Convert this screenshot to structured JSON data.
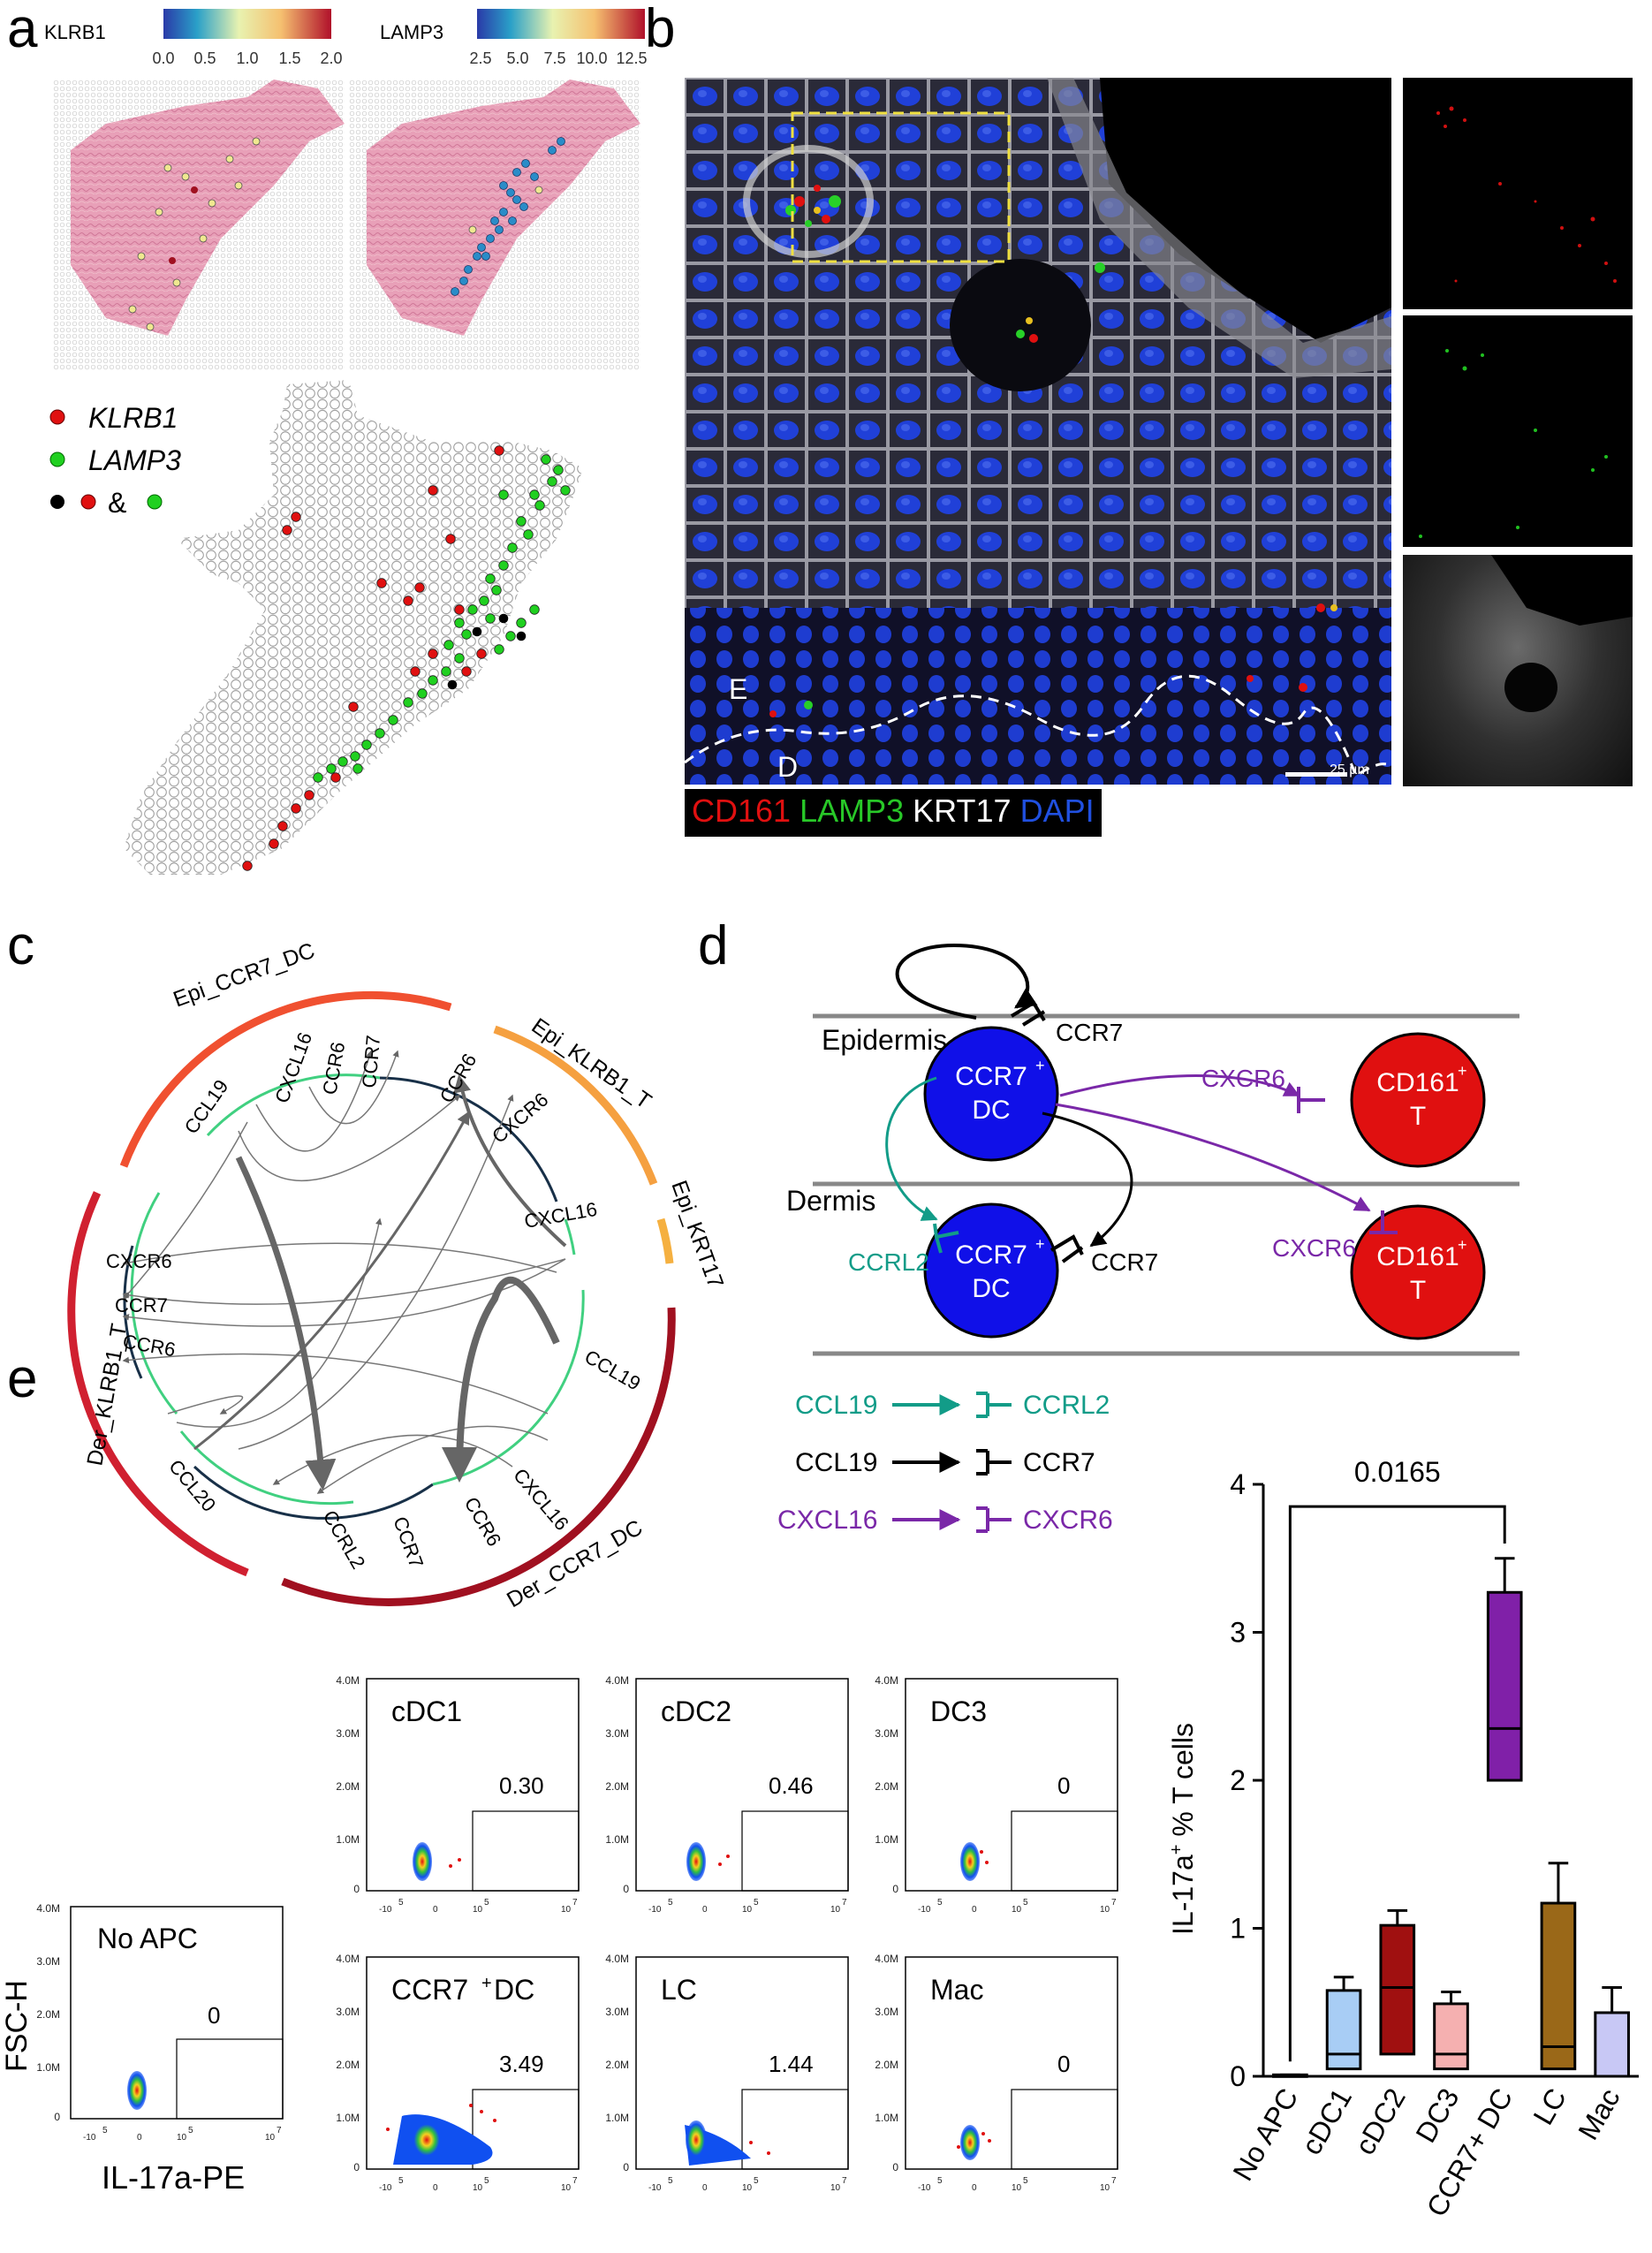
{
  "panels": {
    "a": "a",
    "b": "b",
    "c": "c",
    "d": "d",
    "e": "e"
  },
  "a": {
    "cbar1": {
      "gene": "KLRB1",
      "ticks": [
        "0.0",
        "0.5",
        "1.0",
        "1.5",
        "2.0"
      ]
    },
    "cbar2": {
      "gene": "LAMP3",
      "ticks": [
        "2.5",
        "5.0",
        "7.5",
        "10.0",
        "12.5"
      ]
    },
    "legend": [
      {
        "label": "KLRB1",
        "color": "#e01010"
      },
      {
        "label": "LAMP3",
        "color": "#20d020"
      },
      {
        "label": "&",
        "color": "#000000"
      }
    ]
  },
  "b": {
    "labelE": "E",
    "labelD": "D",
    "scalebar": "25 µm",
    "small_scale": "25 µm",
    "stain": [
      {
        "label": "CD161",
        "color": "#e01010"
      },
      {
        "label": "LAMP3",
        "color": "#28c828"
      },
      {
        "label": "KRT17",
        "color": "#ffffff"
      },
      {
        "label": "DAPI",
        "color": "#2050e0"
      }
    ]
  },
  "c": {
    "groups": [
      "Epi_CCR7_DC",
      "Epi_KLRB1_T",
      "Epi_KRT17",
      "Der_KLRB1_T",
      "Der_CCR7_DC"
    ],
    "genes": [
      "CCL19",
      "CXCL16",
      "CCR6",
      "CCR7",
      "CCR6",
      "CXCR6",
      "CXCL16",
      "CXCR6",
      "CCR7",
      "CCR6",
      "CCL20",
      "CCRL2",
      "CCR7",
      "CCR6",
      "CXCL16",
      "CCL19"
    ]
  },
  "d": {
    "layers": [
      "Epidermis",
      "Dermis"
    ],
    "cells": {
      "dc_line1": "CCR7",
      "dc_sup": "+",
      "dc_line2": "DC",
      "t_line1": "CD161",
      "t_sup": "+",
      "t_line2": "T"
    },
    "receptors": {
      "ccr7_top": "CCR7",
      "cxcr6_top": "CXCR6",
      "ccrl2": "CCRL2",
      "ccr7_mid": "CCR7",
      "cxcr6_mid": "CXCR6"
    },
    "legend": [
      {
        "ligand": "CCL19",
        "receptor": "CCRL2",
        "color": "#129c88"
      },
      {
        "ligand": "CCL19",
        "receptor": "CCR7",
        "color": "#000000"
      },
      {
        "ligand": "CXCL16",
        "receptor": "CXCR6",
        "color": "#7a28a8"
      }
    ]
  },
  "e": {
    "flow_xlabel": "IL-17a-PE",
    "flow_ylabel": "FSC-H",
    "yticks": [
      "4.0M",
      "3.0M",
      "2.0M",
      "1.0M",
      "0"
    ],
    "xticks": [
      "-10",
      "5",
      "0",
      "10",
      "5",
      "10",
      "7"
    ],
    "plots": [
      {
        "name": "No APC",
        "value": "0"
      },
      {
        "name": "cDC1",
        "value": "0.30"
      },
      {
        "name": "cDC2",
        "value": "0.46"
      },
      {
        "name": "DC3",
        "value": "0"
      },
      {
        "name": "CCR7",
        "sup": "+",
        "name2": " DC",
        "value": "3.49"
      },
      {
        "name": "LC",
        "value": "1.44"
      },
      {
        "name": "Mac",
        "value": "0"
      }
    ],
    "pvalue": "0.0165"
  },
  "chart_data": {
    "type": "bar",
    "title": "",
    "ylabel": "IL-17a+ % T cells",
    "ylabel_main": "IL-17a",
    "ylabel_sup": "+",
    "ylabel_rest": " % T cells",
    "ylim": [
      0,
      4
    ],
    "yticks": [
      "0",
      "1",
      "2",
      "3",
      "4"
    ],
    "categories": [
      "No APC",
      "cDC1",
      "cDC2",
      "DC3",
      "CCR7+ DC",
      "LC",
      "Mac"
    ],
    "series": [
      {
        "values": [
          0.01,
          0.58,
          1.02,
          0.49,
          3.27,
          1.17,
          0.43
        ],
        "min": [
          0,
          0,
          0,
          0,
          2.0,
          0,
          0
        ],
        "median": [
          0.005,
          0.15,
          0.6,
          0.15,
          2.35,
          0.2,
          0.43
        ],
        "q1": [
          0,
          0.05,
          0.15,
          0.05,
          2.0,
          0.05,
          0
        ],
        "max": [
          0.01,
          0.67,
          1.12,
          0.57,
          3.5,
          1.44,
          0.6
        ],
        "colors": [
          "#000000",
          "#a8cdf5",
          "#a01010",
          "#f5b0b0",
          "#8020a8",
          "#9a6818",
          "#c8c8f5"
        ]
      }
    ],
    "annotation": {
      "text": "0.0165",
      "from": "No APC",
      "to": "CCR7+ DC"
    }
  }
}
